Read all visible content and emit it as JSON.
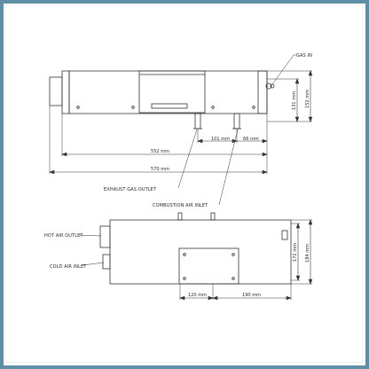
{
  "colors": {
    "frame": "#5f8fa6",
    "line": "#333333"
  },
  "diagram": {
    "side_view": {
      "labels": {
        "gas_in": "GAS IN",
        "exhaust_gas_outlet": "EXHAUST GAS OUTLET",
        "combustion_air_inlet": "COMBUSTION AIR INLET"
      },
      "dimensions": {
        "length_body": "552 mm",
        "length_total": "570 mm",
        "offset_101": "101 mm",
        "offset_66": "66 mm",
        "height_131": "131 mm",
        "height_152": "152 mm"
      }
    },
    "bottom_view": {
      "labels": {
        "hot_air_outlet": "HOT AIR OUTLET",
        "cold_air_inlet": "COLD AIR INLET"
      },
      "dimensions": {
        "offset_120": "120 mm",
        "offset_190": "190 mm",
        "width_172": "172 mm",
        "width_184": "184 mm"
      }
    }
  }
}
